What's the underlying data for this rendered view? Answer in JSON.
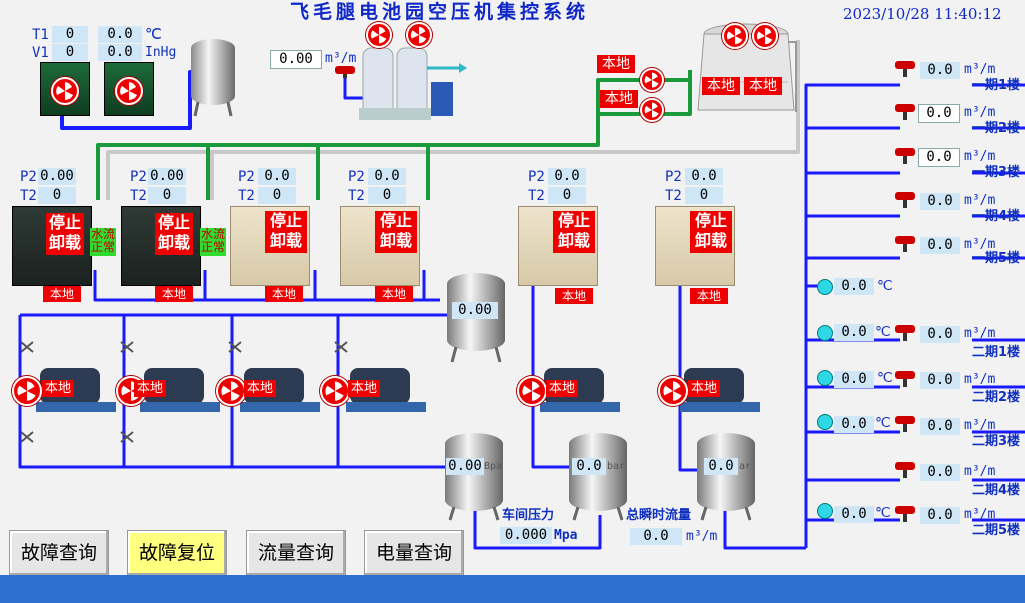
{
  "header": {
    "title": "飞毛腿电池园空压机集控系统",
    "datetime": "2023/10/28 11:40:12"
  },
  "cooler": {
    "T1": "T1",
    "V1": "V1",
    "t1_a": "0",
    "t1_b": "0.0",
    "t1_unit": "℃",
    "v1_a": "0",
    "v1_b": "0.0",
    "v1_unit": "InHg"
  },
  "dryer": {
    "flow": "0.00",
    "unit": "m³/m"
  },
  "tower": {
    "local": "本地"
  },
  "fans": {
    "left_top": "本地",
    "left_bottom": "本地"
  },
  "compressors": [
    {
      "p_label": "P2",
      "p": "0.00",
      "t_label": "T2",
      "t": "0",
      "state1": "停止",
      "state2": "卸载",
      "mode": "本地",
      "water": "水流正常"
    },
    {
      "p_label": "P2",
      "p": "0.00",
      "t_label": "T2",
      "t": "0",
      "state1": "停止",
      "state2": "卸载",
      "mode": "本地",
      "water": "水流正常"
    },
    {
      "p_label": "P2",
      "p": "0.0",
      "t_label": "T2",
      "t": "0",
      "state1": "停止",
      "state2": "卸载",
      "mode": "本地"
    },
    {
      "p_label": "P2",
      "p": "0.0",
      "t_label": "T2",
      "t": "0",
      "state1": "停止",
      "state2": "卸载",
      "mode": "本地"
    },
    {
      "p_label": "P2",
      "p": "0.0",
      "t_label": "T2",
      "t": "0",
      "state1": "停止",
      "state2": "卸载",
      "mode": "本地"
    },
    {
      "p_label": "P2",
      "p": "0.0",
      "t_label": "T2",
      "t": "0",
      "state1": "停止",
      "state2": "卸载",
      "mode": "本地"
    }
  ],
  "pumps": [
    "本地",
    "本地",
    "本地",
    "本地",
    "本地",
    "本地"
  ],
  "tanks": {
    "main": "0.00",
    "t1": "0.00",
    "t1_unit": "Bpa",
    "t2": "0.0",
    "t2_unit": "bar",
    "t3": "0.0",
    "t3_unit": "ar"
  },
  "workshop": {
    "label": "车间压力",
    "value": "0.000",
    "unit": "Mpa"
  },
  "total_flow": {
    "label": "总瞬时流量",
    "value": "0.0",
    "unit": "m³/m"
  },
  "branches": [
    {
      "name": "一期1楼",
      "flow": "0.0",
      "unit": "m³/m"
    },
    {
      "name": "一期2楼",
      "flow": "0.0",
      "unit": "m³/m"
    },
    {
      "name": "一期3楼",
      "flow": "0.0",
      "unit": "m³/m"
    },
    {
      "name": "一期4楼",
      "flow": "0.0",
      "unit": "m³/m"
    },
    {
      "name": "一期5楼",
      "flow": "0.0",
      "unit": "m³/m"
    },
    {
      "name": "二期1楼",
      "flow": "0.0",
      "unit": "m³/m",
      "temp": "0.0",
      "temp_unit": "℃"
    },
    {
      "name": "二期2楼",
      "flow": "0.0",
      "unit": "m³/m",
      "temp": "0.0",
      "temp_unit": "℃"
    },
    {
      "name": "二期3楼",
      "flow": "0.0",
      "unit": "m³/m",
      "temp": "0.0",
      "temp_unit": "℃"
    },
    {
      "name": "二期4楼",
      "flow": "0.0",
      "unit": "m³/m"
    },
    {
      "name": "二期5楼",
      "flow": "0.0",
      "unit": "m³/m",
      "temp": "0.0",
      "temp_unit": "℃"
    }
  ],
  "main_temp": {
    "value": "0.0",
    "unit": "℃"
  },
  "buttons": {
    "fault_query": "故障查询",
    "fault_reset": "故障复位",
    "flow_query": "流量查询",
    "power_query": "电量查询"
  },
  "colors": {
    "pipe_blue": "#1a1aff",
    "pipe_green": "#1a9a3a",
    "pipe_gray": "#c8c8c8",
    "stop_red": "#e00000",
    "value_bg": "#cfe6f7"
  }
}
